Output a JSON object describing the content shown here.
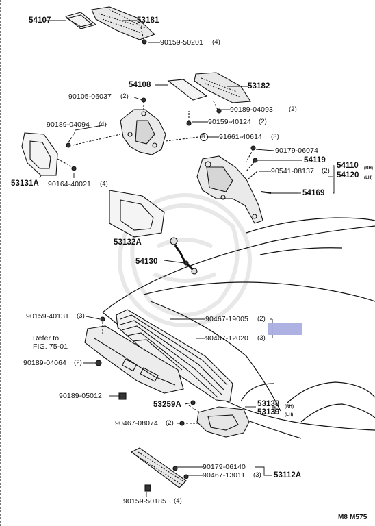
{
  "colors": {
    "highlight": "#a9aee1",
    "ink": "#111111",
    "watermark": "#e6e6e6"
  },
  "labels": {
    "p54107": "54107",
    "p53181": "53181",
    "p90159_50201": "90159-50201",
    "q90159_50201": "(4)",
    "p54108": "54108",
    "p53182": "53182",
    "p90105_06037": "90105-06037",
    "q90105_06037": "(2)",
    "p90189_04093": "90189-04093",
    "q90189_04093": "(2)",
    "p90189_04094": "90189-04094",
    "q90189_04094": "(4)",
    "p90159_40124": "90159-40124",
    "q90159_40124": "(2)",
    "circB": "B",
    "p91661_40614": "91661-40614",
    "q91661_40614": "(3)",
    "p90179_06074": "90179-06074",
    "p54119": "54119",
    "p90541_08137": "90541-08137",
    "q90541_08137": "(2)",
    "p54110": "54110",
    "s54110": "(RH)",
    "p54120": "54120",
    "s54120": "(LH)",
    "p54169": "54169",
    "p53131A": "53131A",
    "p90164_40021": "90164-40021",
    "q90164_40021": "(4)",
    "p53132A": "53132A",
    "p54130": "54130",
    "p90159_40131": "90159-40131",
    "q90159_40131": "(3)",
    "p90467_19005": "90467-19005",
    "q90467_19005": "(2)",
    "refer1": "Refer to",
    "refer2": "FIG. 75-01",
    "p90467_12020": "90467-12020",
    "q90467_12020": "(3)",
    "p90189_04064": "90189-04064",
    "q90189_04064": "(2)",
    "p90189_05012": "90189-05012",
    "p53259A": "53259A",
    "p53138": "53138",
    "s53138": "(RH)",
    "p53139": "53139",
    "s53139": "(LH)",
    "p90467_08074": "90467-08074",
    "q90467_08074": "(2)",
    "p90179_06140": "90179-06140",
    "p90467_13011": "90467-13011",
    "q90467_13011": "(3)",
    "p53112A": "53112A",
    "p90159_50185": "90159-50185",
    "q90159_50185": "(4)",
    "code": "M8  M575"
  }
}
